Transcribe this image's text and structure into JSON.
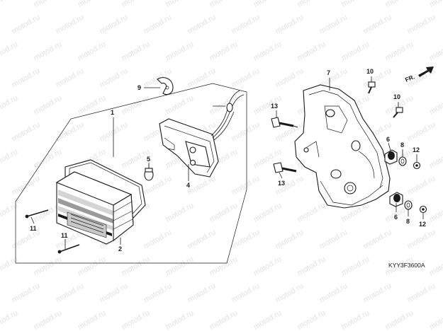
{
  "watermark": "motod.ru",
  "diagram_code": "KYY3F3600A",
  "direction_label": "FR.",
  "callouts": {
    "c1": "1",
    "c2": "2",
    "c4": "4",
    "c5": "5",
    "c6a": "6",
    "c6b": "6",
    "c7": "7",
    "c8a": "8",
    "c8b": "8",
    "c9": "9",
    "c10a": "10",
    "c10b": "10",
    "c11a": "11",
    "c11b": "11",
    "c12a": "12",
    "c12b": "12",
    "c13a": "13",
    "c13b": "13"
  }
}
